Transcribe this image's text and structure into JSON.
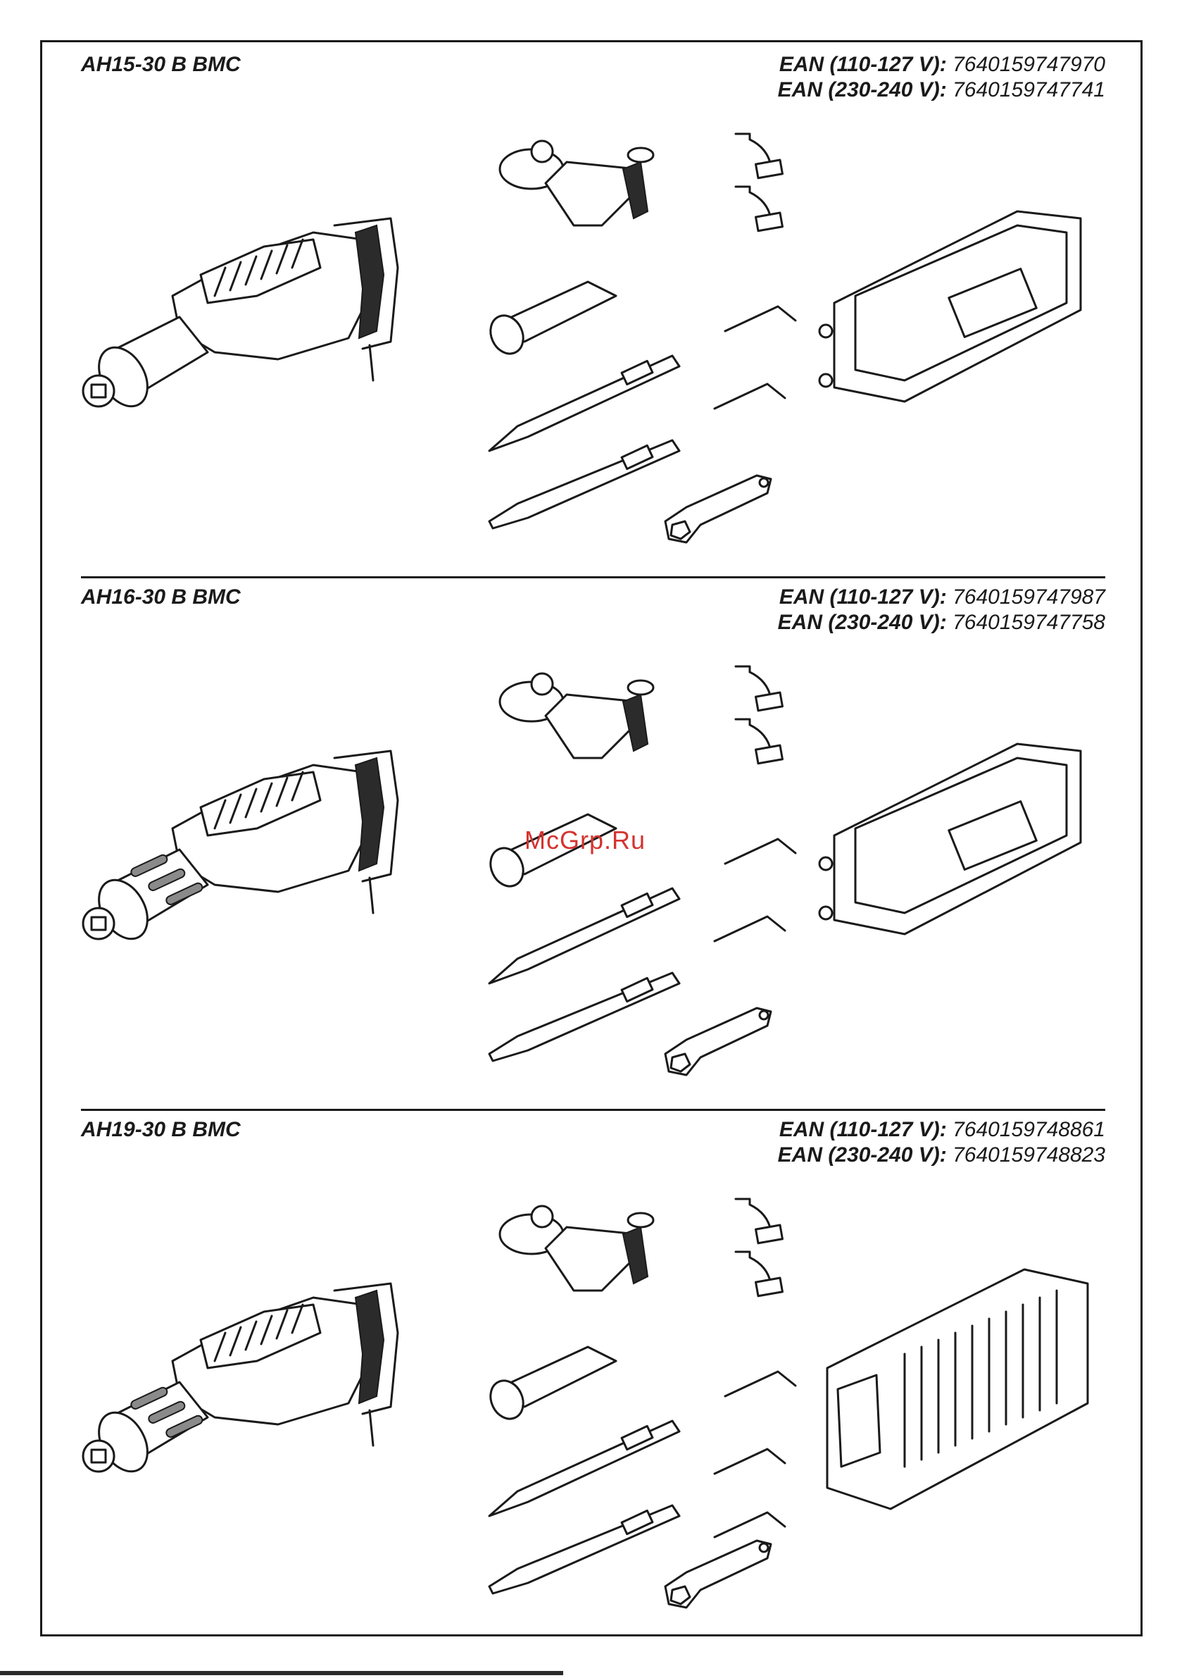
{
  "sections": [
    {
      "model": "AH15-30 B BMC",
      "ean_110_label": "EAN (110-127 V):",
      "ean_110_value": "7640159747970",
      "ean_230_label": "EAN (230-240 V):",
      "ean_230_value": "7640159747741"
    },
    {
      "model": "AH16-30 B BMC",
      "ean_110_label": "EAN (110-127 V):",
      "ean_110_value": "7640159747987",
      "ean_230_label": "EAN (230-240 V):",
      "ean_230_value": "7640159747758"
    },
    {
      "model": "AH19-30 B BMC",
      "ean_110_label": "EAN (110-127 V):",
      "ean_110_value": "7640159748861",
      "ean_230_label": "EAN (230-240 V):",
      "ean_230_value": "7640159748823"
    }
  ],
  "watermark": "McGrp.Ru",
  "icons": [
    "demolition-hammer-icon",
    "side-handle-icon",
    "carbon-brush-icon",
    "grease-tube-icon",
    "hex-key-icon",
    "point-chisel-icon",
    "flat-chisel-icon",
    "spanner-icon",
    "carry-case-icon"
  ]
}
